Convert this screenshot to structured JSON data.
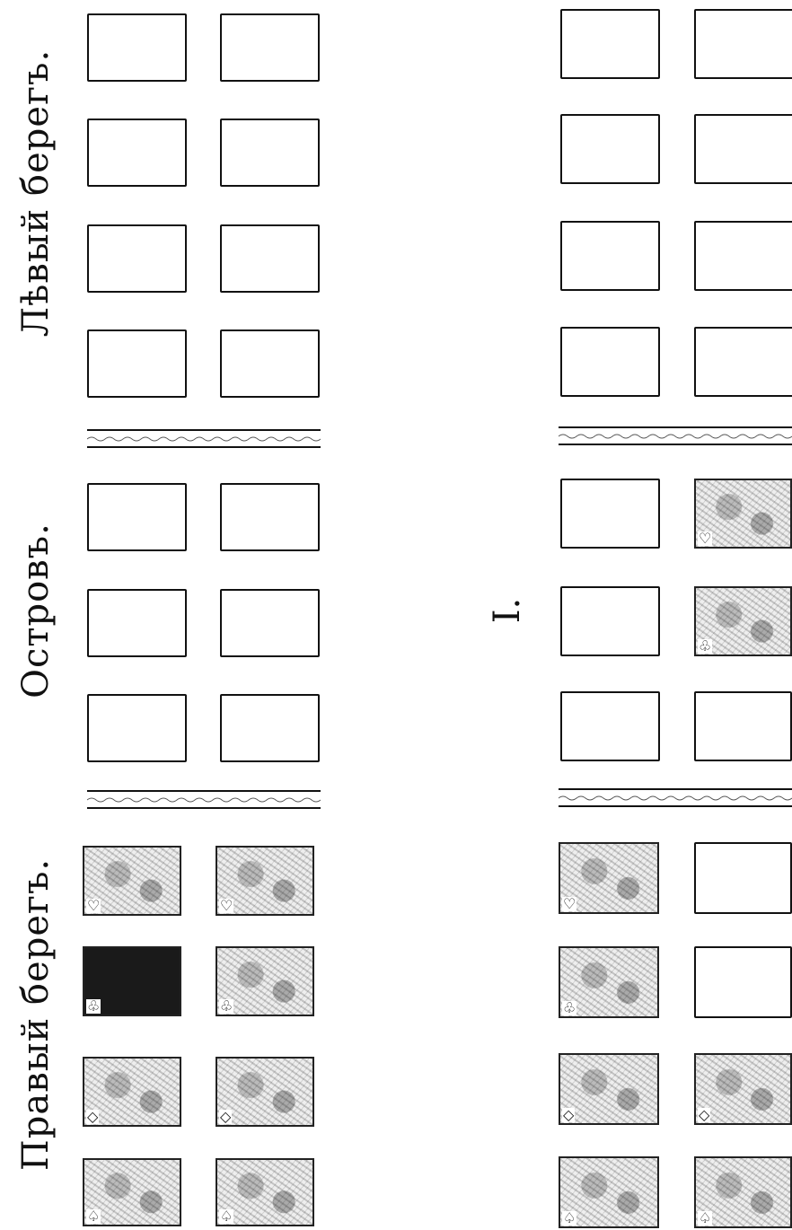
{
  "labels": {
    "left_bank": "Лѣвый берегъ.",
    "island": "Островъ.",
    "right_bank": "Правый берегъ.",
    "diagram_number": "I."
  },
  "cards": {
    "suits": {
      "hearts": "♡",
      "clubs": "♧",
      "diamonds": "◇",
      "spades": "♤"
    }
  }
}
